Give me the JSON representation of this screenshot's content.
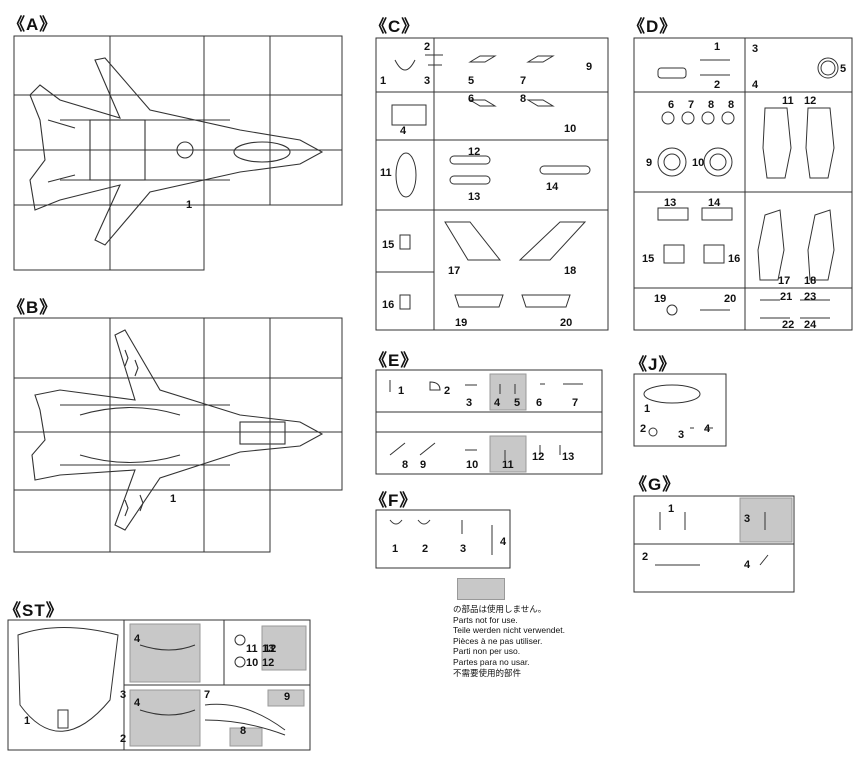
{
  "sprues": {
    "A": {
      "title": "《A》",
      "labels": [
        "1"
      ]
    },
    "B": {
      "title": "《B》",
      "labels": [
        "1"
      ]
    },
    "C": {
      "title": "《C》",
      "labels": [
        "1",
        "2",
        "3",
        "4",
        "5",
        "6",
        "7",
        "8",
        "9",
        "10",
        "11",
        "12",
        "13",
        "14",
        "15",
        "16",
        "17",
        "18",
        "19",
        "20"
      ]
    },
    "D": {
      "title": "《D》",
      "labels": [
        "1",
        "2",
        "3",
        "4",
        "5",
        "6",
        "7",
        "8",
        "8",
        "9",
        "10",
        "11",
        "12",
        "13",
        "14",
        "15",
        "16",
        "17",
        "18",
        "19",
        "20",
        "21",
        "22",
        "23",
        "24"
      ]
    },
    "E": {
      "title": "《E》",
      "labels": [
        "1",
        "2",
        "3",
        "4",
        "5",
        "6",
        "7",
        "8",
        "9",
        "10",
        "11",
        "12",
        "13"
      ]
    },
    "F": {
      "title": "《F》",
      "labels": [
        "1",
        "2",
        "3",
        "4"
      ]
    },
    "J": {
      "title": "《J》",
      "labels": [
        "1",
        "2",
        "3",
        "4"
      ]
    },
    "G": {
      "title": "《G》",
      "labels": [
        "1",
        "2",
        "3",
        "4"
      ]
    },
    "ST": {
      "title": "《ST》",
      "labels": [
        "1",
        "2",
        "3",
        "4",
        "4",
        "7",
        "8",
        "9",
        "10",
        "11",
        "12",
        "12",
        "13"
      ]
    }
  },
  "legend": {
    "swatch_color": "#c8c8c8",
    "lines": [
      "の部品は使用しません。",
      "Parts not for use.",
      "Teile werden nicht verwendet.",
      "Pièces à ne pas utiliser.",
      "Parti non per uso.",
      "Partes para no usar.",
      "不需要使用的部件"
    ]
  }
}
